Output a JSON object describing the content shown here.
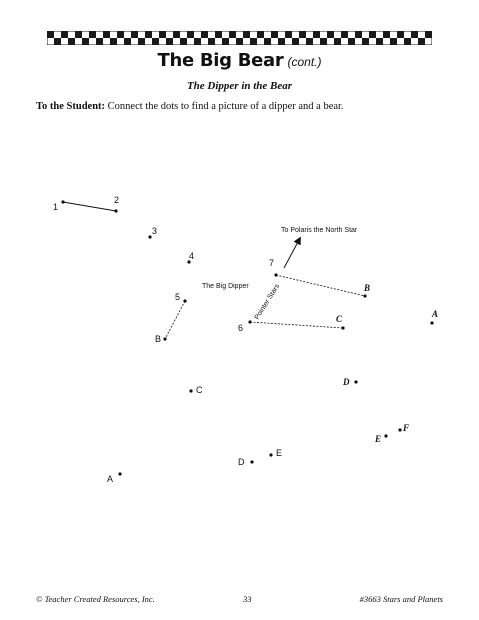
{
  "header": {
    "title": "The Big Bear",
    "title_suffix": "(cont.)",
    "subtitle": "The Dipper in the Bear"
  },
  "instructions": {
    "label": "To the Student:",
    "text": " Connect the dots to find a picture of a dipper and a bear."
  },
  "diagram": {
    "annotations": {
      "polaris": "To Polaris the North Star",
      "big_dipper": "The Big Dipper",
      "pointer_stars": "Pointer Stars"
    },
    "dots": [
      {
        "label": "1"
      },
      {
        "label": "2"
      },
      {
        "label": "3"
      },
      {
        "label": "4"
      },
      {
        "label": "5"
      },
      {
        "label": "6"
      },
      {
        "label": "7"
      },
      {
        "label": "B"
      },
      {
        "label": "C"
      },
      {
        "label": "D"
      },
      {
        "label": "E"
      },
      {
        "label": "A"
      },
      {
        "label": "B"
      },
      {
        "label": "C"
      },
      {
        "label": "A"
      },
      {
        "label": "D"
      },
      {
        "label": "E"
      },
      {
        "label": "F"
      }
    ]
  },
  "footer": {
    "copyright": "© Teacher Created Resources, Inc.",
    "page": "33",
    "book": "#3663 Stars and Planets"
  }
}
